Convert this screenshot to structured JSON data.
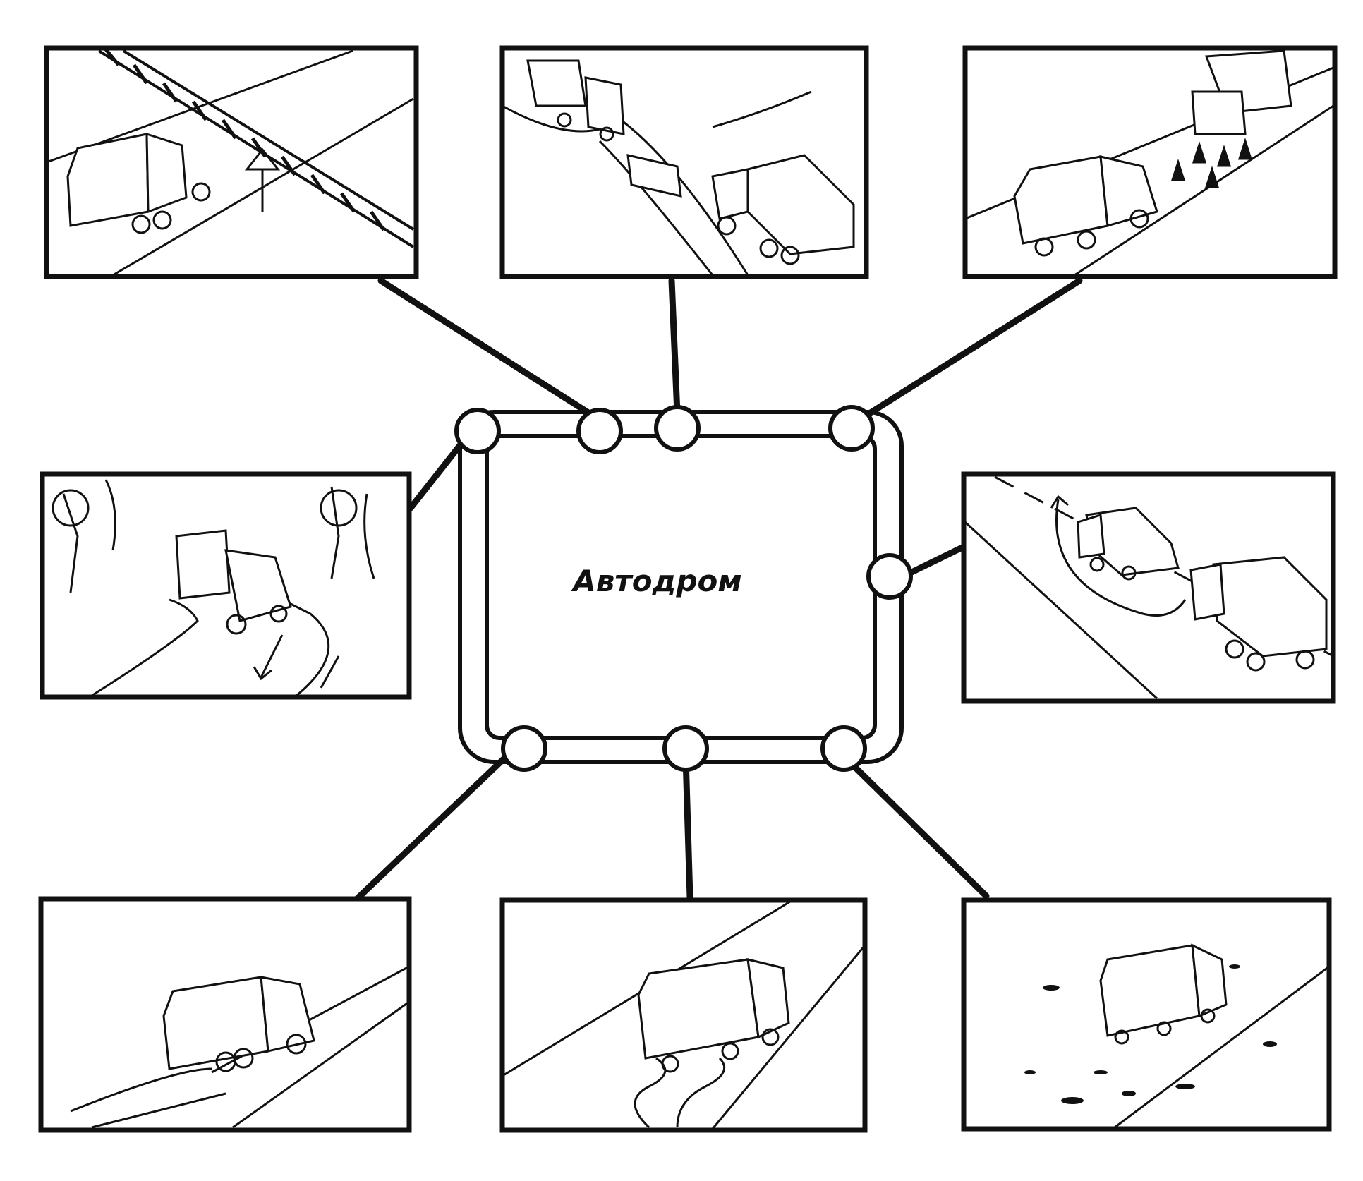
{
  "center": {
    "label": "Автодром"
  },
  "colors": {
    "ink": "#111111",
    "paper": "#ffffff"
  },
  "scenes": [
    {
      "id": "railway-crossing",
      "icon": "railway-crossing-scene"
    },
    {
      "id": "overtaking-on-slope",
      "icon": "vehicle-and-trailer-on-slope-scene"
    },
    {
      "id": "cone-slalom",
      "icon": "cone-slalom-scene"
    },
    {
      "id": "forest-road",
      "icon": "forest-road-turn-scene"
    },
    {
      "id": "overtaking-maneuver",
      "icon": "overtaking-maneuver-scene"
    },
    {
      "id": "curve-road",
      "icon": "curved-road-scene"
    },
    {
      "id": "stream-ford",
      "icon": "stream-ford-scene"
    },
    {
      "id": "rough-field",
      "icon": "rough-terrain-scene"
    }
  ]
}
